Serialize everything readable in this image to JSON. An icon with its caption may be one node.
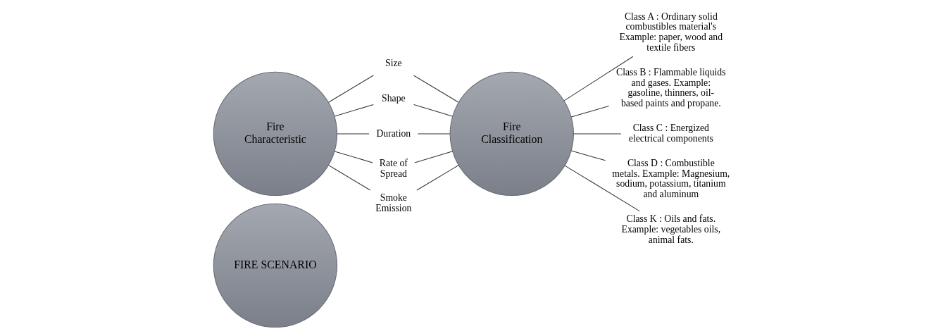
{
  "diagram": {
    "nodes": [
      {
        "text": [
          "FIRE SCENARIO"
        ]
      },
      {
        "text": [
          "Fire Characteristic"
        ]
      },
      {
        "text": [
          "Size"
        ]
      },
      {
        "text": [
          "Shape"
        ]
      },
      {
        "text": [
          "Duration"
        ]
      },
      {
        "text": [
          "Rate of Spread"
        ]
      },
      {
        "text": [
          "Smoke Emission"
        ]
      },
      {
        "text": [
          "Fire Classification"
        ]
      },
      {
        "text": [
          "Class A : Ordinary solid combustibles material's Example: paper, wood and textile fibers"
        ]
      },
      {
        "text": [
          "Class B : Flammable liquids and gases. Example: gasoline, thinners, oil-based paints and propane."
        ]
      },
      {
        "text": [
          "Class C : Energized electrical components"
        ]
      },
      {
        "text": [
          "Class D : Combustible metals. Example: Magnesium, sodium, potassium, titanium and aluminum"
        ]
      },
      {
        "text": [
          "Class K : Oils and fats. Example: vegetables oils, animal fats."
        ]
      }
    ],
    "edges": [
      {
        "from": 1,
        "to": 2,
        "arrow": "none"
      },
      {
        "from": 1,
        "to": 3,
        "arrow": "none"
      },
      {
        "from": 1,
        "to": 4,
        "arrow": "none"
      },
      {
        "from": 1,
        "to": 5,
        "arrow": "none"
      },
      {
        "from": 1,
        "to": 6,
        "arrow": "none"
      },
      {
        "from": 2,
        "to": 7,
        "arrow": "none"
      },
      {
        "from": 3,
        "to": 7,
        "arrow": "none"
      },
      {
        "from": 4,
        "to": 7,
        "arrow": "none"
      },
      {
        "from": 5,
        "to": 7,
        "arrow": "none"
      },
      {
        "from": 6,
        "to": 7,
        "arrow": "none"
      },
      {
        "from": 7,
        "to": 8,
        "arrow": "none"
      },
      {
        "from": 7,
        "to": 9,
        "arrow": "none"
      },
      {
        "from": 7,
        "to": 10,
        "arrow": "none"
      },
      {
        "from": 7,
        "to": 11,
        "arrow": "none"
      },
      {
        "from": 7,
        "to": 12,
        "arrow": "none"
      }
    ]
  }
}
